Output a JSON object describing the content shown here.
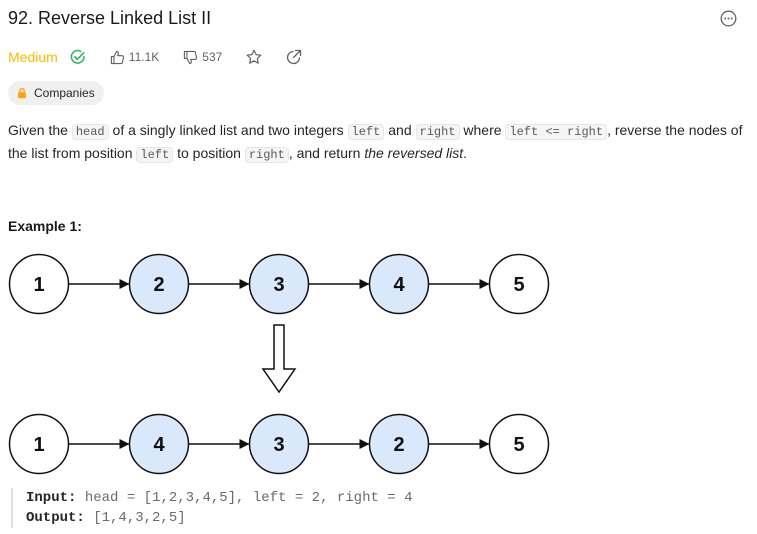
{
  "problem": {
    "title": "92. Reverse Linked List II",
    "difficulty": "Medium"
  },
  "stats": {
    "likes": "11.1K",
    "dislikes": "537"
  },
  "tags": {
    "companies": "Companies"
  },
  "description": {
    "p1": "Given the ",
    "code_head": "head",
    "p2": " of a singly linked list and two integers ",
    "code_left": "left",
    "p3": " and ",
    "code_right": "right",
    "p4": " where ",
    "code_cond": "left <= right",
    "p5": ", reverse the nodes of the list from position ",
    "code_left2": "left",
    "p6": " to position ",
    "code_right2": "right",
    "p7": ", and return ",
    "em": "the reversed list",
    "p8": "."
  },
  "example": {
    "title": "Example 1:",
    "input_label": "Input:",
    "input_value": "head = [1,2,3,4,5], left = 2, right = 4",
    "output_label": "Output:",
    "output_value": "[1,4,3,2,5]"
  },
  "diagram": {
    "before": [
      "1",
      "2",
      "3",
      "4",
      "5"
    ],
    "after": [
      "1",
      "4",
      "3",
      "2",
      "5"
    ],
    "highlighted": [
      false,
      true,
      true,
      true,
      false
    ],
    "highlight_color": "#dae8fc",
    "plain_color": "#ffffff"
  },
  "colors": {
    "accent_green": "#2db55d",
    "difficulty": "#ffb800",
    "lock": "#ffa116"
  },
  "icons": [
    "solved-check-icon",
    "thumbs-up-icon",
    "thumbs-down-icon",
    "star-icon",
    "share-icon",
    "more-options-icon",
    "lock-icon"
  ]
}
